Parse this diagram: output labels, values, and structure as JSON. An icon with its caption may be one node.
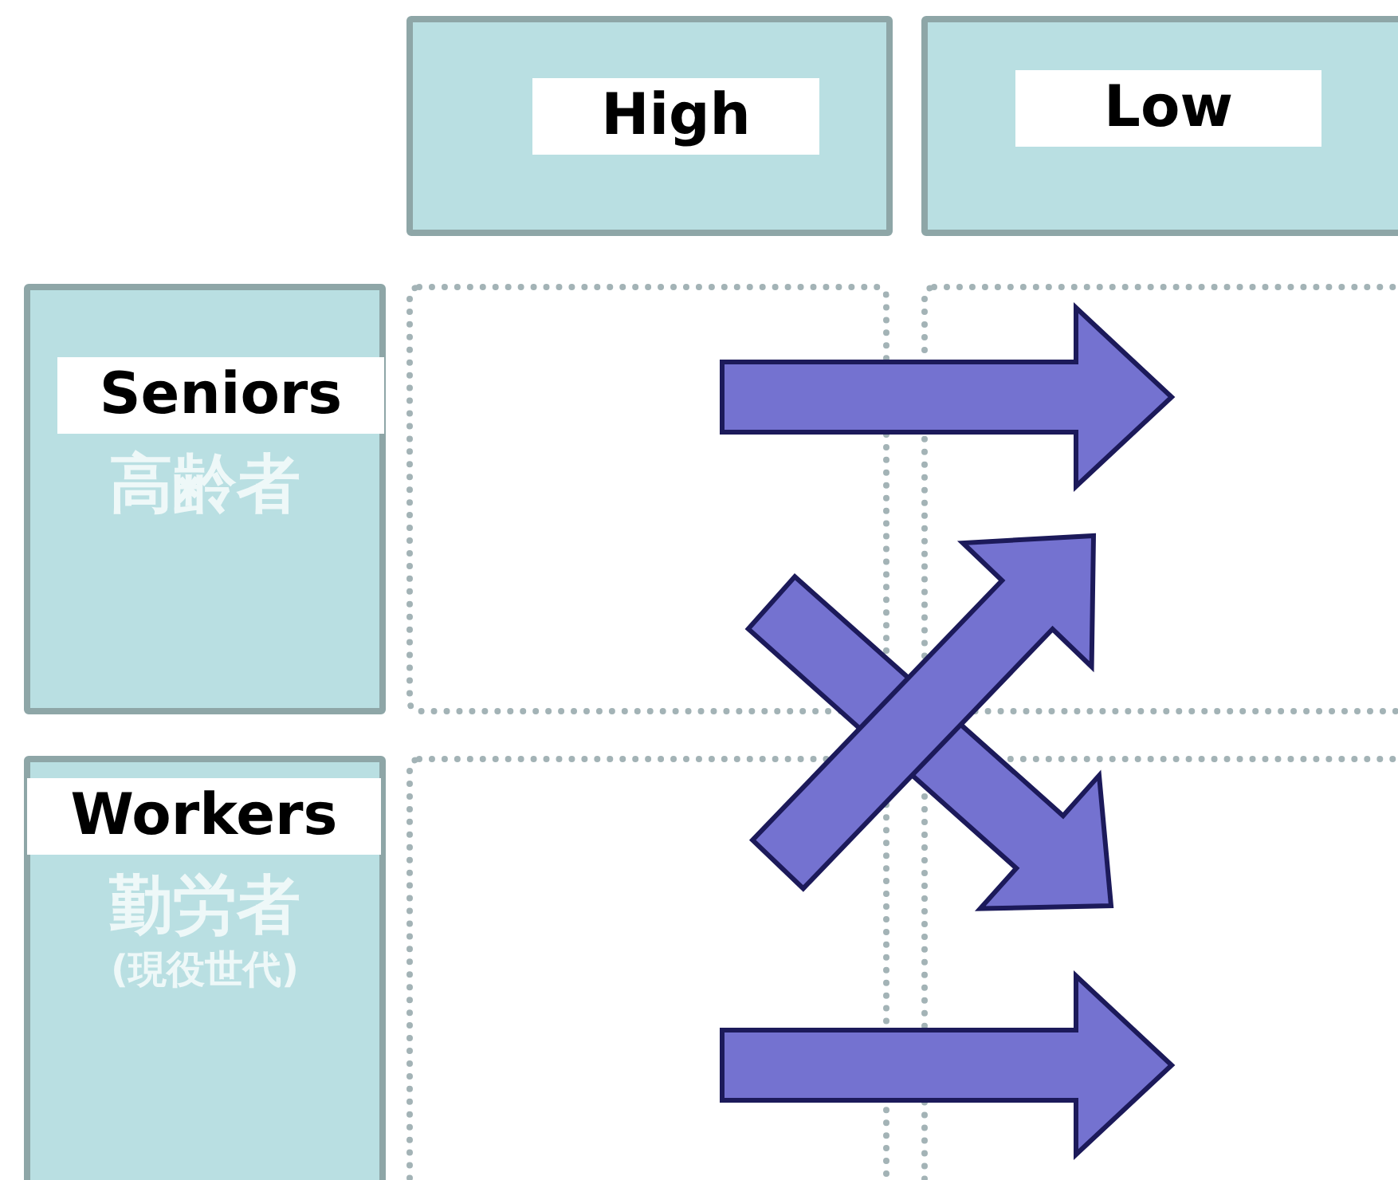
{
  "diagram": {
    "nodes": [
      {
        "text": [
          "High"
        ]
      },
      {
        "text": [
          "Low"
        ]
      },
      {
        "text": [
          "Seniors",
          "高齢者"
        ]
      },
      {
        "text": [
          "Workers",
          "勤労者",
          "(現役世代)"
        ]
      },
      {
        "text": [],
        "shape": "box"
      },
      {
        "text": [],
        "shape": "box"
      },
      {
        "text": [],
        "shape": "box"
      },
      {
        "text": [],
        "shape": "box"
      }
    ],
    "edges": [
      {
        "from": 4,
        "to": 5,
        "arrow": "to"
      },
      {
        "from": 4,
        "to": 7,
        "arrow": "to"
      },
      {
        "from": 6,
        "to": 5,
        "arrow": "to"
      },
      {
        "from": 6,
        "to": 7,
        "arrow": "to"
      }
    ]
  }
}
